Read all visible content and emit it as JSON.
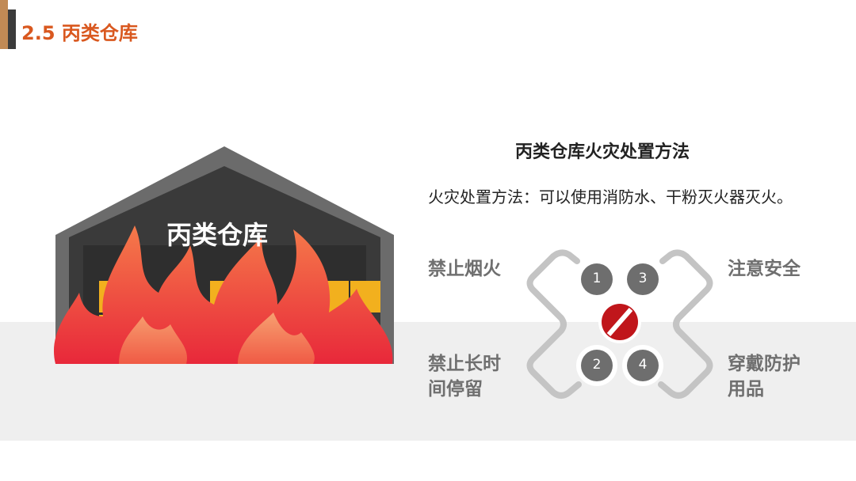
{
  "header": {
    "title": "2.5 丙类仓库"
  },
  "illustration": {
    "label": "丙类仓库"
  },
  "panel": {
    "heading": "丙类仓库火灾处置方法",
    "description": "火灾处置方法：可以使用消防水、干粉灭火器灭火。",
    "items": [
      {
        "num": "1",
        "label": "禁止烟火"
      },
      {
        "num": "2",
        "label": "禁止长时间停留"
      },
      {
        "num": "3",
        "label": "注意安全"
      },
      {
        "num": "4",
        "label": "穿戴防护用品"
      }
    ]
  },
  "colors": {
    "accent": "#d9581f",
    "prohibit": "#c0161b"
  }
}
